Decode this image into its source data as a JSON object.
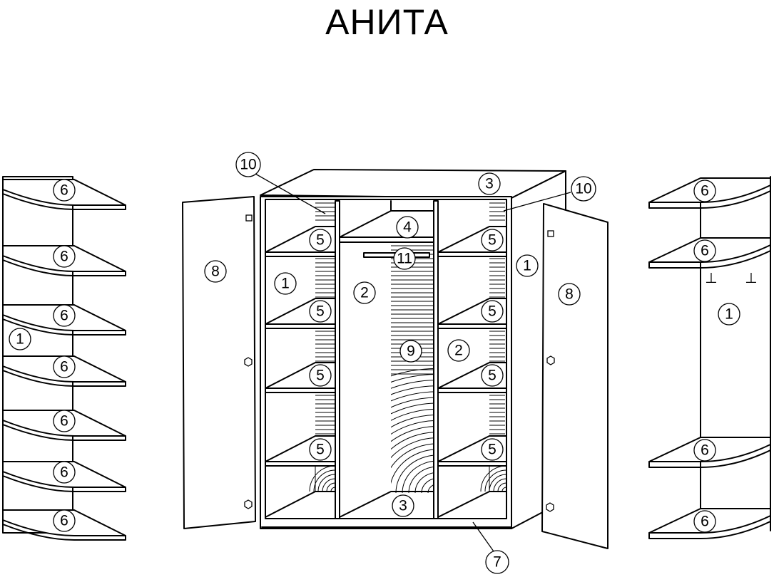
{
  "title": "АНИТА",
  "parts": {
    "p1": "1",
    "p2": "2",
    "p3": "3",
    "p4": "4",
    "p5": "5",
    "p6": "6",
    "p7": "7",
    "p8": "8",
    "p9": "9",
    "p10": "10",
    "p11": "11"
  },
  "mount_marks": "⊥"
}
